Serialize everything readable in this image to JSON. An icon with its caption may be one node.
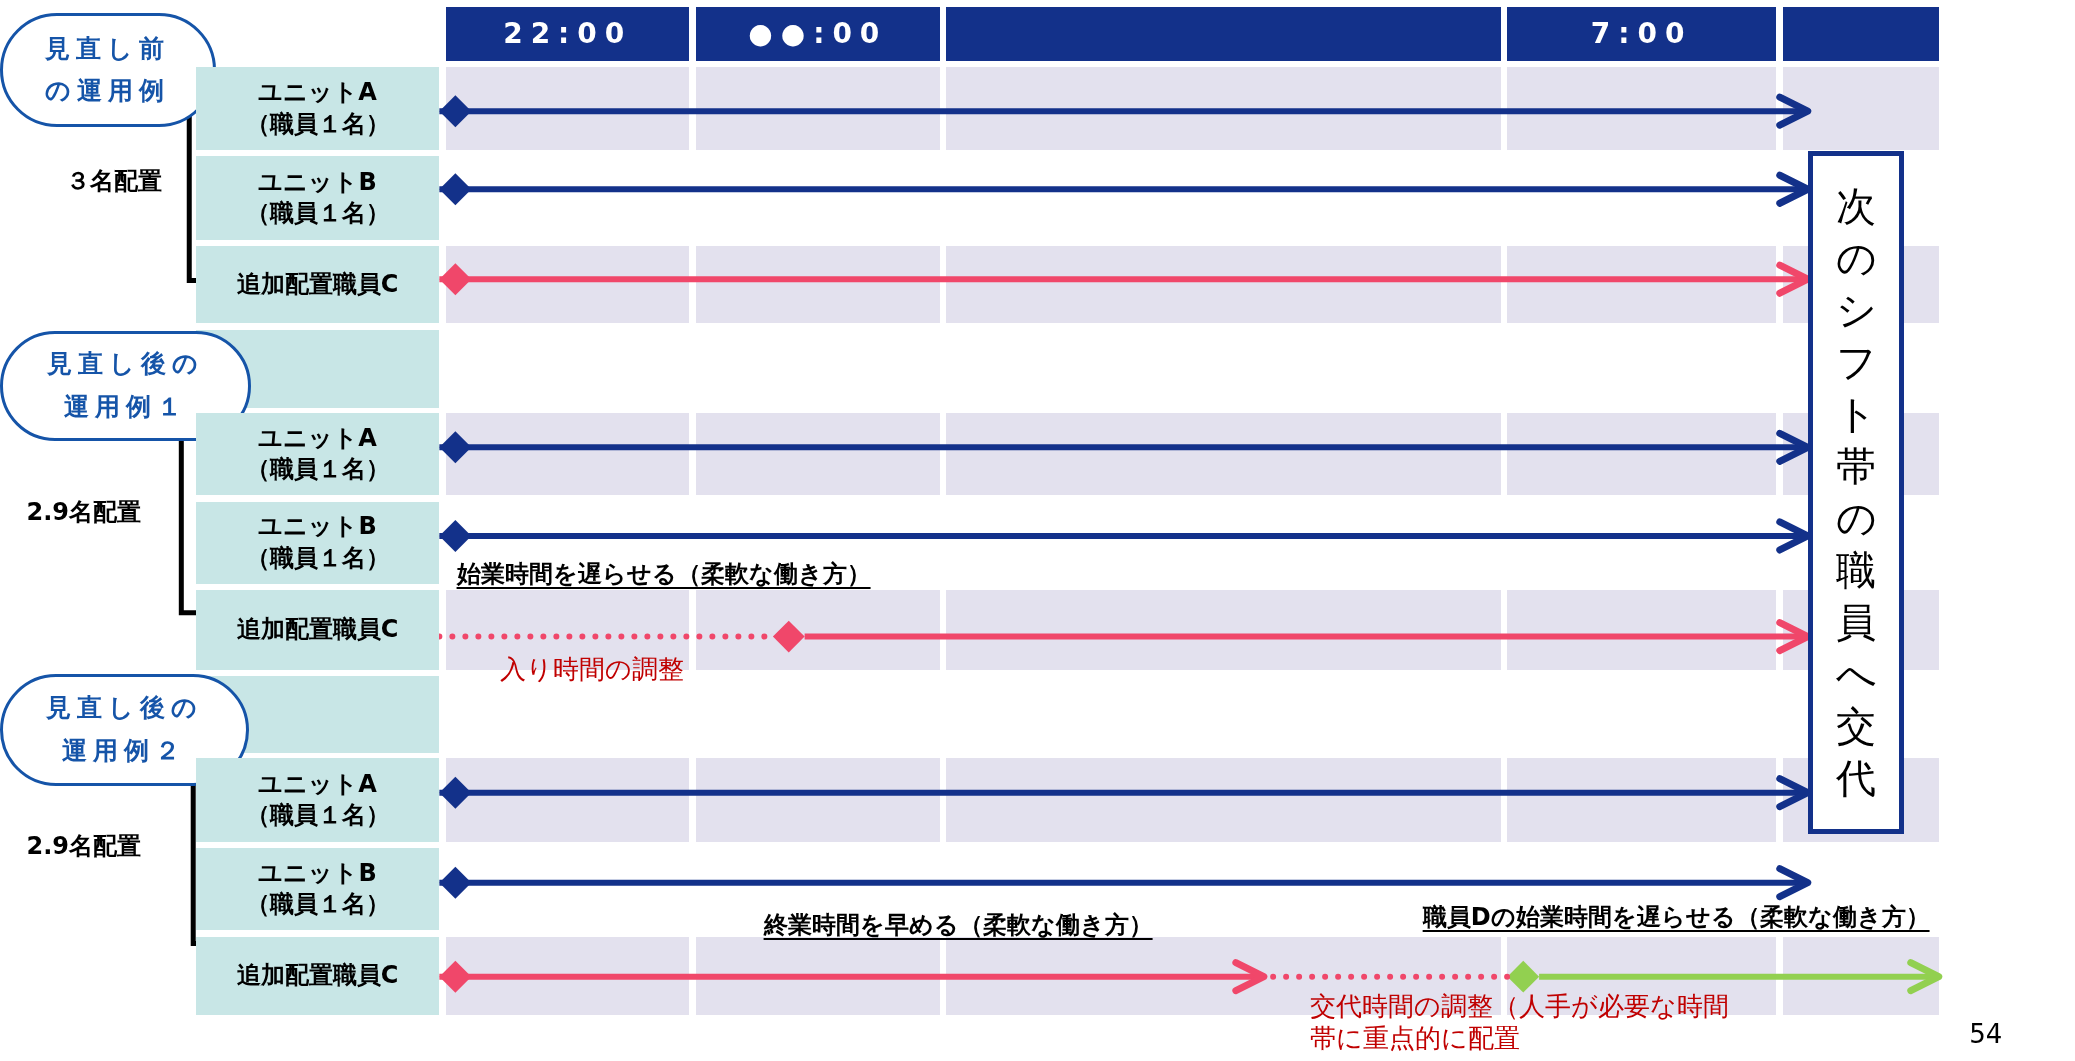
{
  "diagram": {
    "nodes": [
      {
        "text": [
          "見直し前の運用例"
        ]
      },
      {
        "text": [
          "ユニットA（職員１名）"
        ]
      },
      {
        "text": [
          "ユニットB（職員１名）"
        ]
      },
      {
        "text": [
          "追加配置職員C"
        ]
      },
      {
        "text": [
          "見直し後の運用例１"
        ]
      },
      {
        "text": [
          "ユニットA（職員１名）"
        ]
      },
      {
        "text": [
          "ユニットB（職員１名）"
        ]
      },
      {
        "text": [
          "追加配置職員C"
        ]
      },
      {
        "text": [
          "見直し後の運用例２"
        ]
      },
      {
        "text": [
          "ユニットA（職員１名）"
        ]
      },
      {
        "text": [
          "ユニットB（職員１名）"
        ]
      },
      {
        "text": [
          "追加配置職員C"
        ]
      },
      {
        "text": [
          "次のシフト帯の職員へ交代"
        ]
      },
      {
        "text": [],
        "shape": "diamond"
      },
      {
        "text": [],
        "shape": "diamond"
      }
    ],
    "edges": [
      {
        "from": 1,
        "to": 12,
        "arrow": "to"
      },
      {
        "from": 2,
        "to": 12,
        "arrow": "to"
      },
      {
        "from": 3,
        "to": 12,
        "arrow": "to",
        "color": "#f0476a"
      },
      {
        "from": 5,
        "to": 12,
        "arrow": "to"
      },
      {
        "from": 6,
        "to": 12,
        "arrow": "to"
      },
      {
        "from": 7,
        "to": 13,
        "arrow": "none",
        "style": "dashed",
        "color": "#f0476a",
        "label": "入り時間の調整"
      },
      {
        "from": 13,
        "to": 12,
        "arrow": "to",
        "color": "#f0476a"
      },
      {
        "from": 9,
        "to": 12,
        "arrow": "to"
      },
      {
        "from": 10,
        "to": 12,
        "arrow": "to"
      },
      {
        "from": 11,
        "to": null,
        "arrow": "to",
        "color": "#f0476a"
      },
      {
        "from": null,
        "to": 14,
        "arrow": "none",
        "style": "dashed",
        "color": "#f0476a",
        "label": "交代時間の調整（人手が必要な時間帯に重点的に配置"
      },
      {
        "from": 14,
        "to": null,
        "arrow": "to",
        "color": "#92d050"
      }
    ],
    "labels": [
      "22:00",
      "●●:00",
      "7:00",
      "３名配置",
      "2.9名配置",
      "始業時間を遅らせる（柔軟な働き方）",
      "2.9名配置",
      "終業時間を早める（柔軟な働き方）",
      "職員Dの始業時間を遅らせる（柔軟な働き方）",
      "54"
    ]
  }
}
